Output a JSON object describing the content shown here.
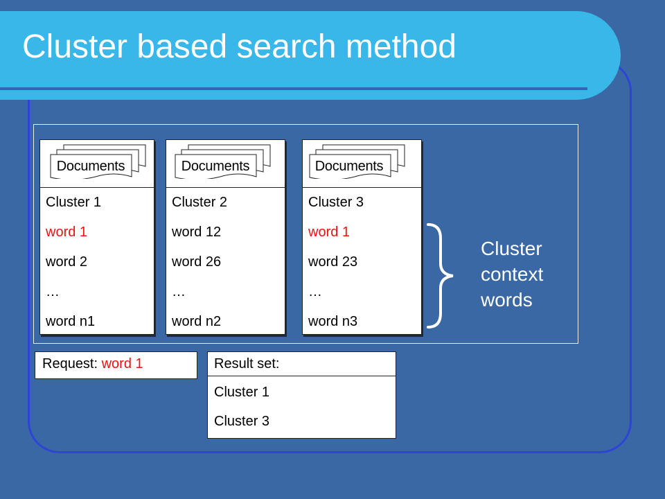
{
  "slide": {
    "title": "Cluster based search method"
  },
  "clusters": [
    {
      "documents_label": "Documents",
      "name": "Cluster 1",
      "words": [
        {
          "text": "word 1",
          "highlight": true
        },
        {
          "text": "word 2",
          "highlight": false
        },
        {
          "text": "…",
          "highlight": false
        },
        {
          "text": "word n1",
          "highlight": false
        }
      ]
    },
    {
      "documents_label": "Documents",
      "name": "Cluster 2",
      "words": [
        {
          "text": "word 12",
          "highlight": false
        },
        {
          "text": "word 26",
          "highlight": false
        },
        {
          "text": "…",
          "highlight": false
        },
        {
          "text": "word n2",
          "highlight": false
        }
      ]
    },
    {
      "documents_label": "Documents",
      "name": "Cluster 3",
      "words": [
        {
          "text": "word 1",
          "highlight": true
        },
        {
          "text": "word 23",
          "highlight": false
        },
        {
          "text": "…",
          "highlight": false
        },
        {
          "text": "word n3",
          "highlight": false
        }
      ]
    }
  ],
  "context_label": {
    "line1": "Cluster",
    "line2": "context",
    "line3": "words"
  },
  "request": {
    "label": "Request: ",
    "word": "word 1"
  },
  "result": {
    "header": "Result set:",
    "items": [
      "Cluster 1",
      "Cluster 3"
    ]
  },
  "colors": {
    "background": "#3a68a4",
    "title_bar": "#39b7e9",
    "frame": "#2e44d6",
    "highlight": "#ee1111"
  }
}
